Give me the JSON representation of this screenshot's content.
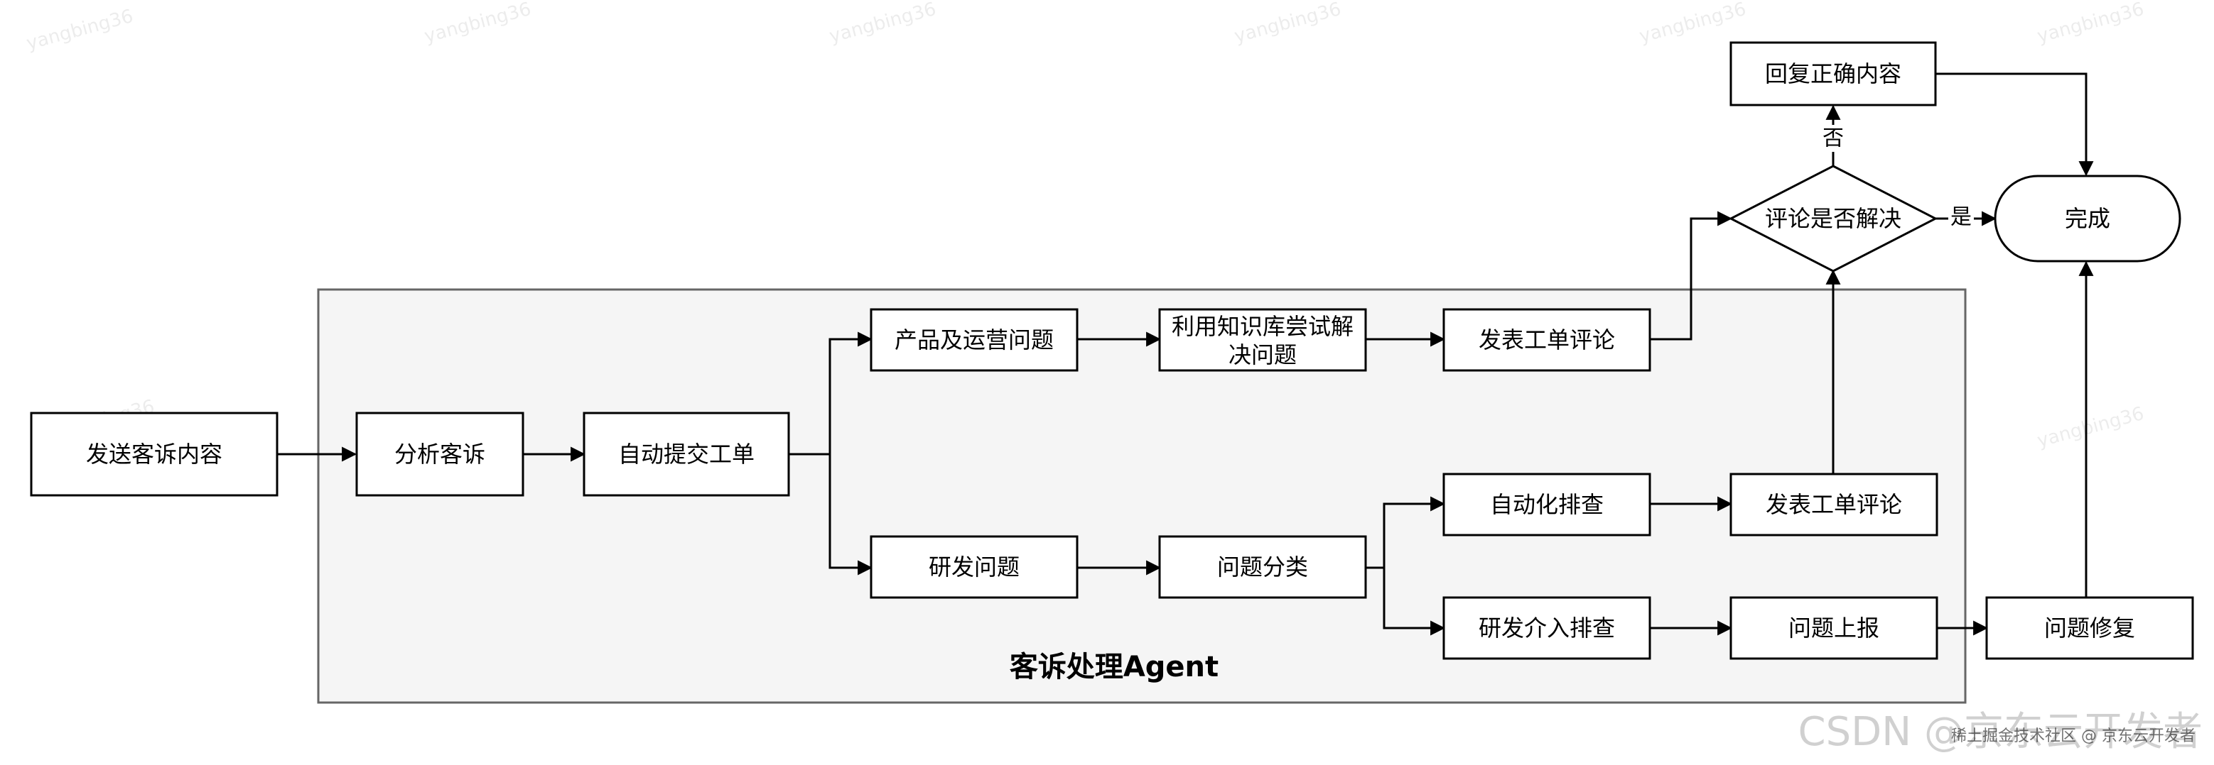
{
  "group": {
    "title": "客诉处理Agent"
  },
  "nodes": {
    "send_complaint": "发送客诉内容",
    "analyze": "分析客诉",
    "auto_submit": "自动提交工单",
    "product_ops": "产品及运营问题",
    "kb_line1": "利用知识库尝试解",
    "kb_line2": "决问题",
    "post_comment_top": "发表工单评论",
    "rnd": "研发问题",
    "classify": "问题分类",
    "auto_check": "自动化排查",
    "post_comment_mid": "发表工单评论",
    "rnd_check": "研发介入排查",
    "report": "问题上报",
    "fix": "问题修复",
    "evaluate": "评论是否解决",
    "reply": "回复正确内容",
    "done": "完成"
  },
  "edge_labels": {
    "no": "否",
    "yes": "是"
  },
  "watermark": "yangbing36",
  "footer": {
    "csdn": "CSDN @京东云开发者",
    "community": "稀土掘金技术社区 @ 京东云开发者"
  }
}
